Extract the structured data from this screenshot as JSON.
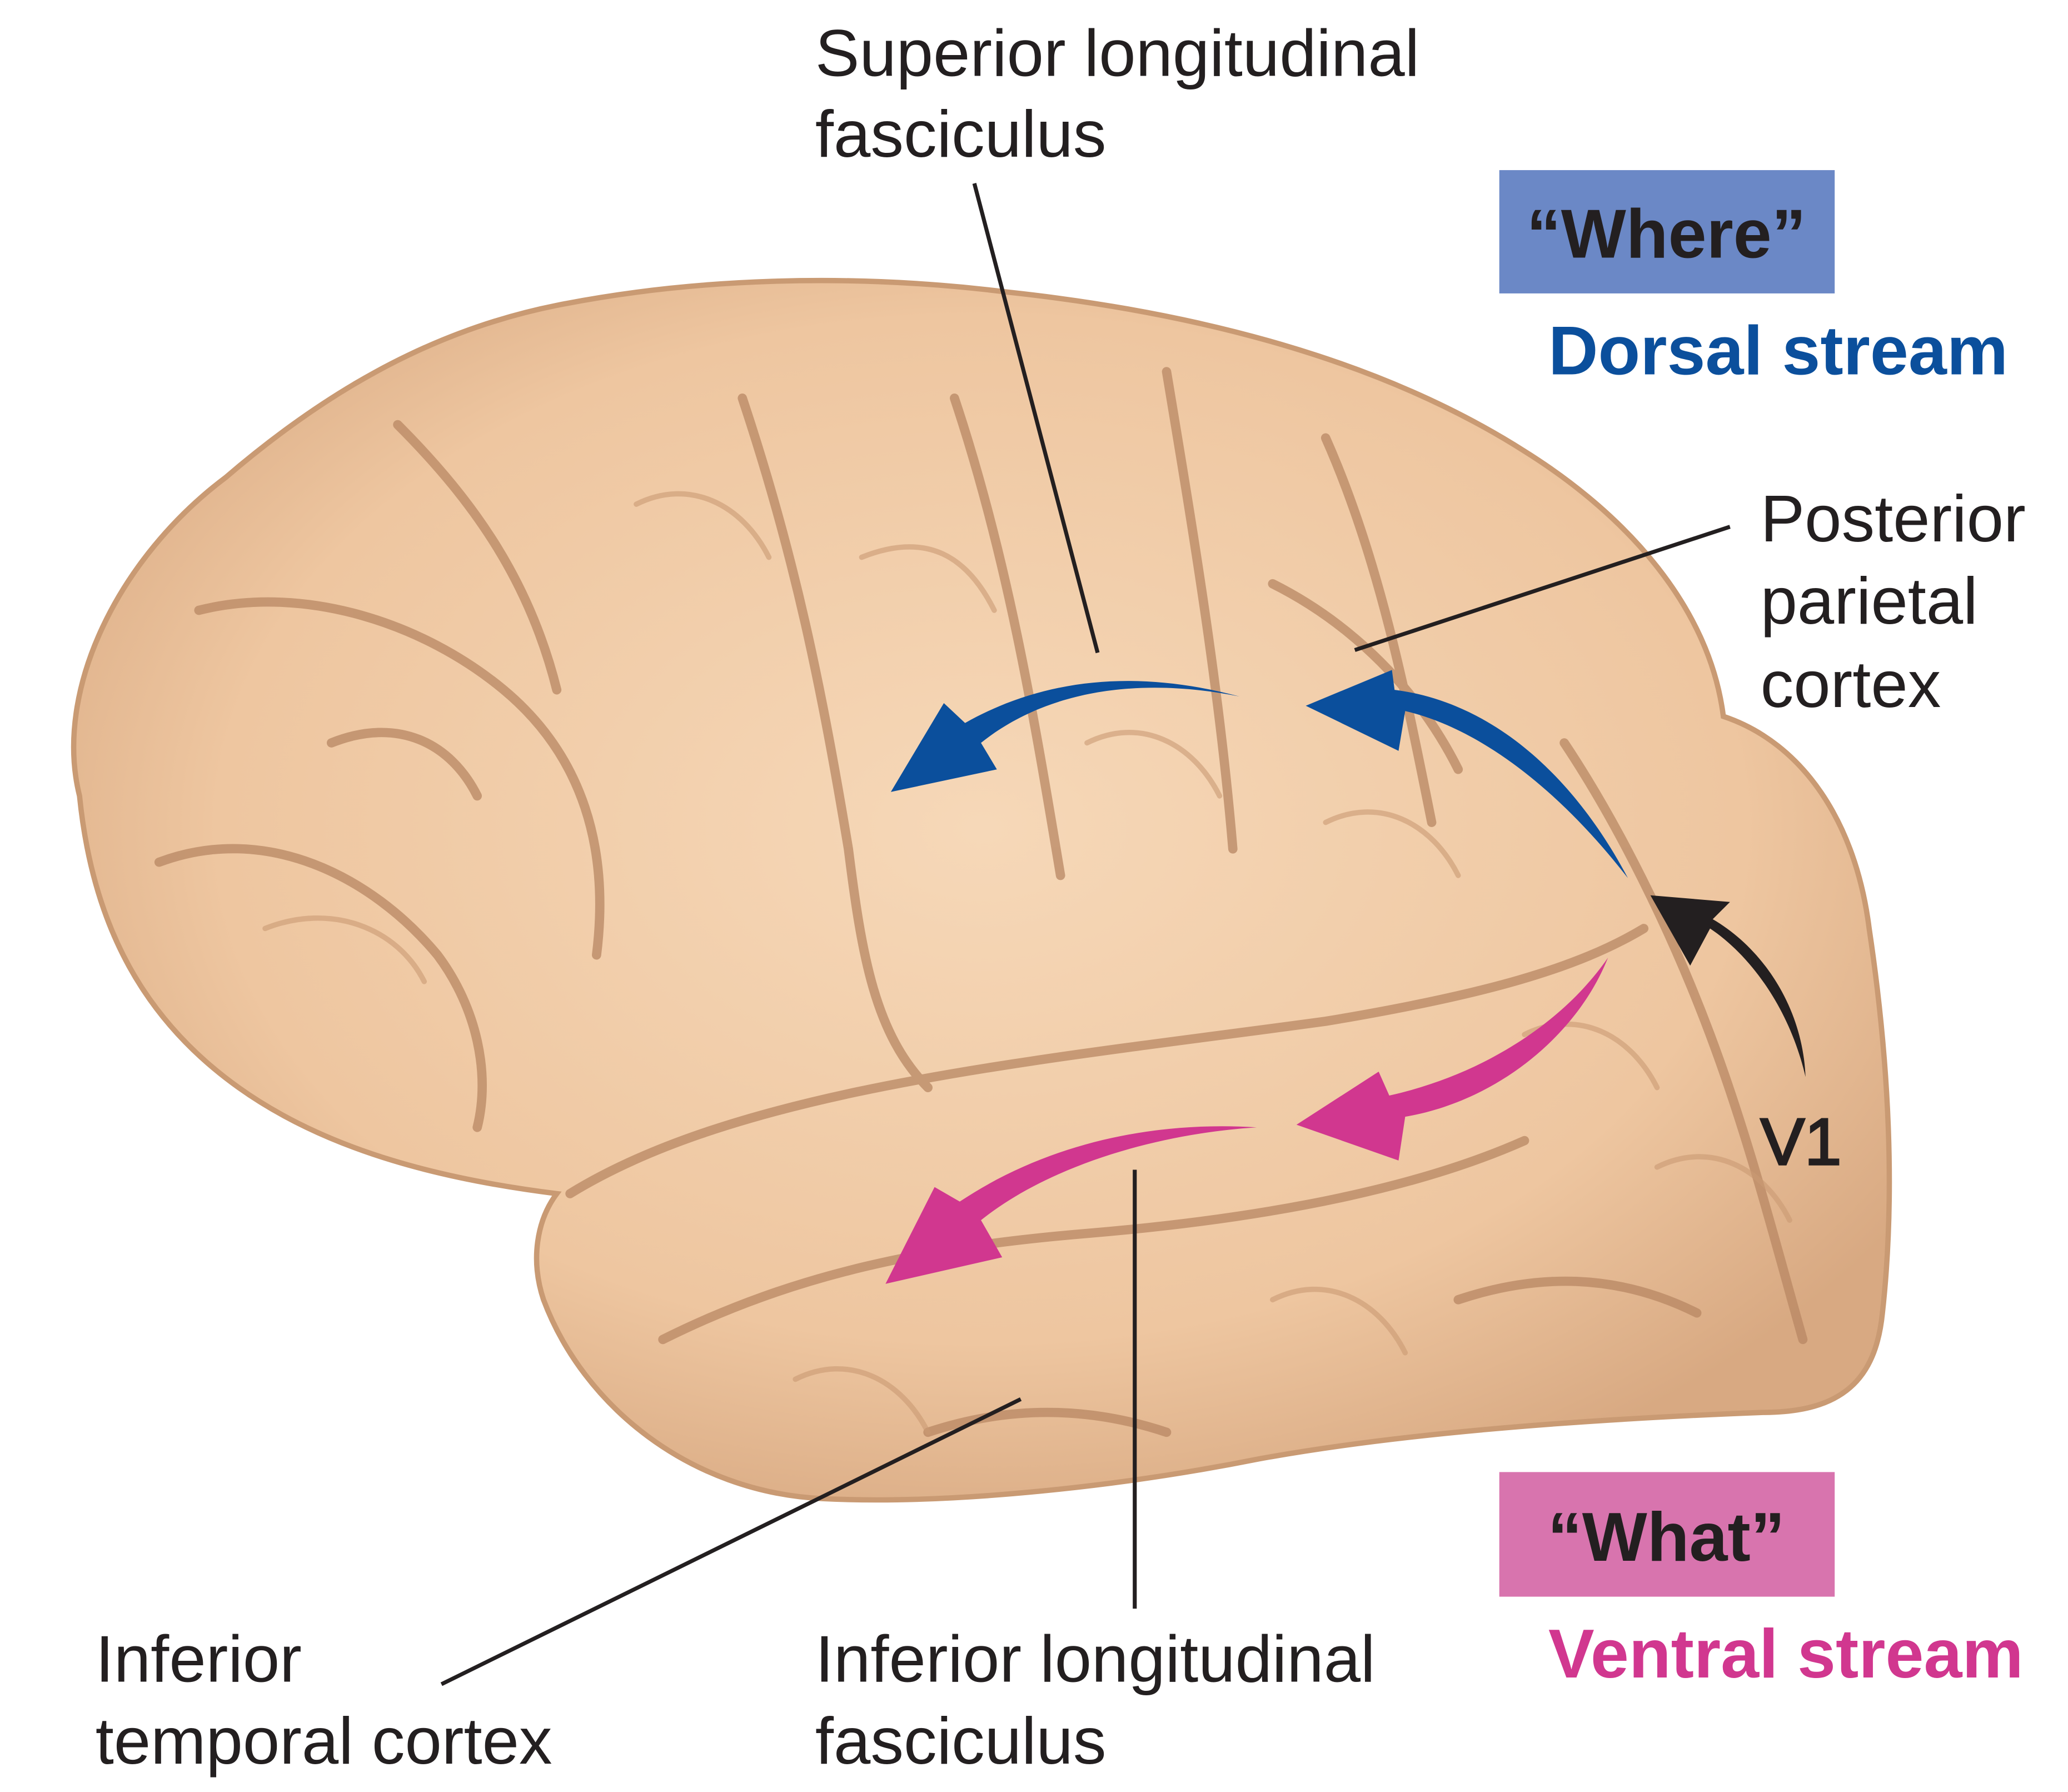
{
  "labels": {
    "slf": [
      "Superior longitudinal",
      "fasciculus"
    ],
    "ppc": [
      "Posterior",
      "parietal",
      "cortex"
    ],
    "v1": "V1",
    "ilf": [
      "Inferior longitudinal",
      "fasciculus"
    ],
    "itc": [
      "Inferior",
      "temporal cortex"
    ]
  },
  "dorsal": {
    "tag": "“Where”",
    "name": "Dorsal stream"
  },
  "ventral": {
    "tag": "“What”",
    "name": "Ventral stream"
  },
  "colors": {
    "dorsal_arrow": "#0b4f9c",
    "dorsal_box": "#6b88c6",
    "ventral_arrow": "#d1378f",
    "ventral_box": "#d874ae",
    "v1_arrow": "#231f20",
    "brain": "#efc9a4",
    "brain_shadow": "#c89c78"
  }
}
